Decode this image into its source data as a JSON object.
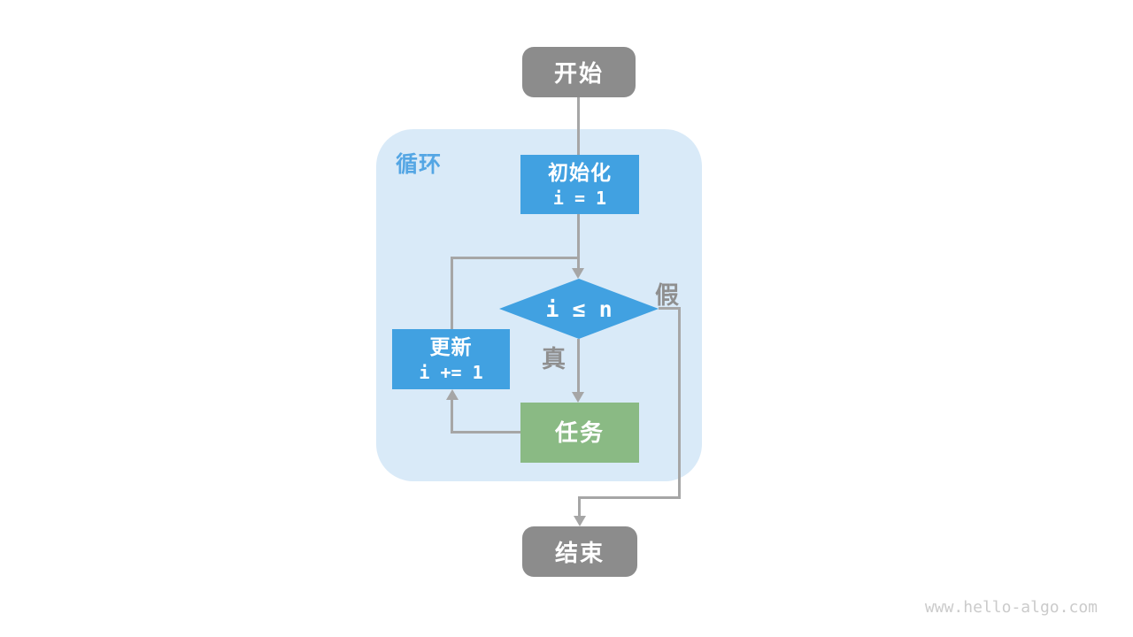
{
  "diagram": {
    "kind": "flowchart",
    "loop_region": {
      "label": "循环"
    },
    "nodes": {
      "start": {
        "label": "开始"
      },
      "init": {
        "label": "初始化",
        "code": "i = 1"
      },
      "condition": {
        "label": "i ≤ n"
      },
      "update": {
        "label": "更新",
        "code": "i += 1"
      },
      "task": {
        "label": "任务"
      },
      "end": {
        "label": "结束"
      }
    },
    "edge_labels": {
      "true_label": "真",
      "false_label": "假"
    },
    "colors": {
      "node_blue": "#41a1e1",
      "node_green": "#8aba84",
      "node_gray": "#8c8c8c",
      "region_bg": "#d9eaf8",
      "region_label": "#54a6e4",
      "line": "#a6a6a6",
      "edge_label": "#8f8f8f",
      "watermark": "#cbcbcb"
    },
    "watermark": "www.hello-algo.com"
  }
}
